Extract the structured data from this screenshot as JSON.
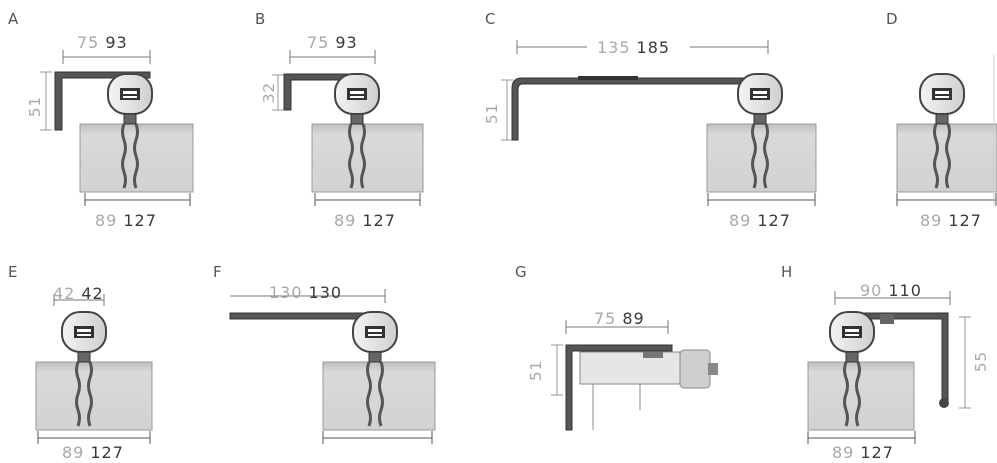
{
  "panels": [
    {
      "letter": "A",
      "top_a": "75",
      "top_b": "93",
      "side": "51",
      "bottom_a": "89",
      "bottom_b": "127"
    },
    {
      "letter": "B",
      "top_a": "75",
      "top_b": "93",
      "side": "32",
      "bottom_a": "89",
      "bottom_b": "127"
    },
    {
      "letter": "C",
      "top_a": "135",
      "top_b": "185",
      "side": "51",
      "bottom_a": "89",
      "bottom_b": "127"
    },
    {
      "letter": "D",
      "bottom_a": "89",
      "bottom_b": "127"
    },
    {
      "letter": "E",
      "top_a": "42",
      "top_b": "42",
      "bottom_a": "89",
      "bottom_b": "127"
    },
    {
      "letter": "F",
      "top_a": "130",
      "top_b": "130"
    },
    {
      "letter": "G",
      "top_a": "75",
      "top_b": "89",
      "side": "51"
    },
    {
      "letter": "H",
      "top_a": "90",
      "top_b": "110",
      "side": "55",
      "bottom_a": "89",
      "bottom_b": "127"
    }
  ]
}
